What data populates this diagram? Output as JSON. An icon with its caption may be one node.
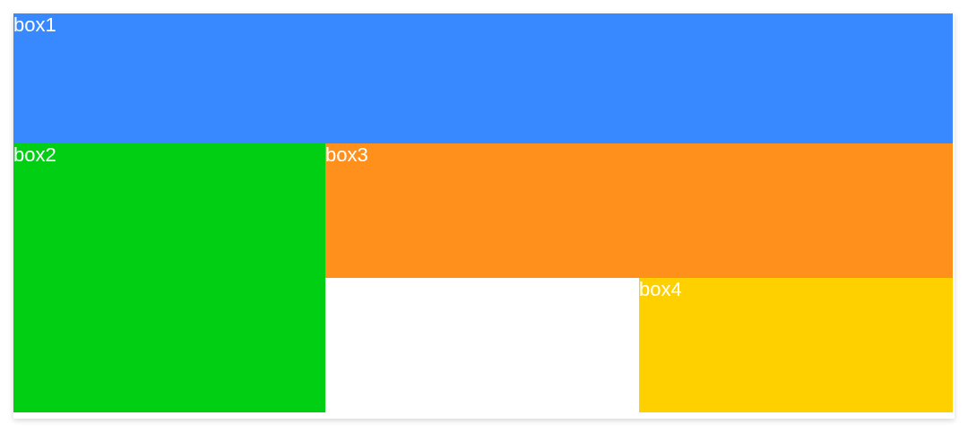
{
  "diagram": {
    "nodes": [
      {
        "text": [
          "box1"
        ]
      },
      {
        "text": [
          "box2"
        ]
      },
      {
        "text": [
          "box3"
        ]
      },
      {
        "text": [
          "box4"
        ]
      }
    ]
  }
}
